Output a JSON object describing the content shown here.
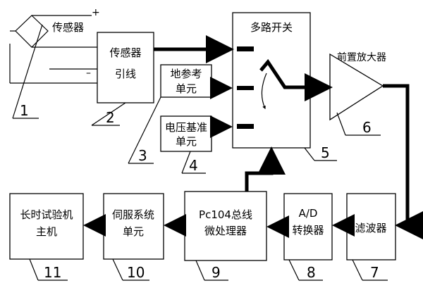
{
  "diagram": {
    "sensor_label": "传感器",
    "plus_sign": "+",
    "minus_sign": "–",
    "sensor_lead": [
      "传感器",
      "引线"
    ],
    "ground_ref": [
      "地参考",
      "单元"
    ],
    "voltage_ref": [
      "电压基准",
      "单元"
    ],
    "mux": "多路开关",
    "preamp": "前置放大器",
    "filter": "滤波器",
    "adc": [
      "A/D",
      "转换器"
    ],
    "mcu": [
      "Pc104总线",
      "微处理器"
    ],
    "servo": [
      "伺服系统",
      "单元"
    ],
    "machine": [
      "长时试验机",
      "主机"
    ],
    "numbers": [
      "1",
      "2",
      "3",
      "4",
      "5",
      "6",
      "7",
      "8",
      "9",
      "10",
      "11"
    ]
  }
}
